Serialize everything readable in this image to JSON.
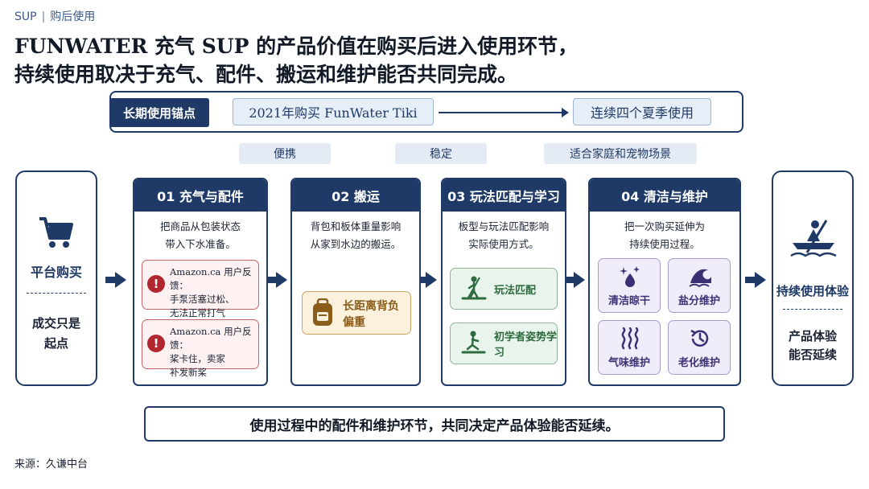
{
  "breadcrumb": {
    "section": "SUP",
    "sub": "购后使用"
  },
  "headline": {
    "line1": "FUNWATER 充气 SUP 的产品价值在购买后进入使用环节，",
    "line2": "持续使用取决于充气、配件、搬运和维护能否共同完成。"
  },
  "anchor": {
    "label": "长期使用锚点",
    "start": "2021年购买 FunWater Tiki",
    "end": "连续四个夏季使用"
  },
  "tags": [
    "便携",
    "稳定",
    "适合家庭和宠物场景"
  ],
  "left_box": {
    "title": "平台购买",
    "text_line1": "成交只是",
    "text_line2": "起点",
    "icon": "shopping-cart-icon"
  },
  "right_box": {
    "title": "持续使用体验",
    "text_line1": "产品体验",
    "text_line2": "能否延续",
    "icon": "paddling-icon"
  },
  "cards": [
    {
      "title": "01 充气与配件",
      "desc_line1": "把商品从包装状态",
      "desc_line2": "带入下水准备。",
      "feedback": [
        {
          "src": "Amazon.ca 用户反馈：",
          "line1": "手泵活塞过松、",
          "line2": "无法正常打气"
        },
        {
          "src": "Amazon.ca 用户反馈：",
          "line1": "桨卡住，卖家",
          "line2": "补发新桨"
        }
      ]
    },
    {
      "title": "02 搬运",
      "desc_line1": "背包和板体重量影响",
      "desc_line2": "从家到水边的搬运。",
      "item": {
        "line1": "长距离背负",
        "line2": "偏重",
        "icon": "backpack-icon"
      }
    },
    {
      "title": "03 玩法匹配与学习",
      "desc_line1": "板型与玩法匹配影响",
      "desc_line2": "实际使用方式。",
      "items": [
        {
          "label": "玩法匹配",
          "icon": "paddleboard-icon"
        },
        {
          "label": "初学者姿势学习",
          "icon": "learner-icon"
        }
      ]
    },
    {
      "title": "04 清洁与维护",
      "desc_line1": "把一次购买延伸为",
      "desc_line2": "持续使用过程。",
      "items": [
        {
          "label": "清洁晾干",
          "icon": "sparkle-drop-icon"
        },
        {
          "label": "盐分维护",
          "icon": "wave-icon"
        },
        {
          "label": "气味维护",
          "icon": "odor-icon"
        },
        {
          "label": "老化维护",
          "icon": "aging-clock-icon"
        }
      ]
    }
  ],
  "conclusion": "使用过程中的配件和维护环节，共同决定产品体验能否延续。",
  "source": "来源：久谦中台",
  "colors": {
    "navy": "#1f3a66",
    "alert": "#b2262f",
    "gold": "#c6a460",
    "green": "#8eb597",
    "violet": "#a99ad1"
  }
}
